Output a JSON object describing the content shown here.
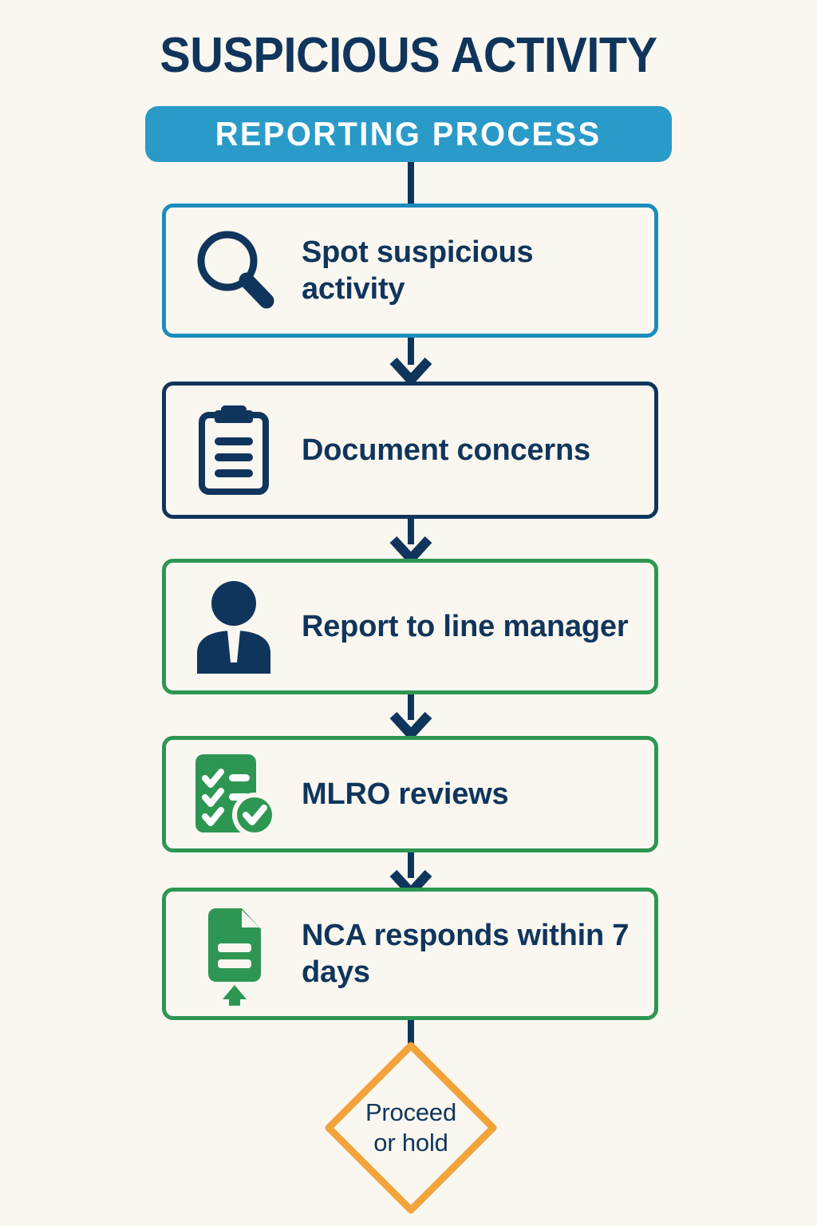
{
  "header": {
    "title": "SUSPICIOUS ACTIVITY",
    "banner_label": "REPORTING PROCESS"
  },
  "colors": {
    "background": "#faf7f0",
    "navy": "#10355c",
    "teal": "#1c8cbe",
    "banner_teal": "#2a9ac8",
    "green": "#2e9653",
    "orange": "#f2a33c",
    "white": "#ffffff"
  },
  "flow": {
    "steps": [
      {
        "label": "Spot suspicious activity",
        "icon": "magnifier-icon",
        "accent": "teal",
        "accent_color": "#1c8cbe"
      },
      {
        "label": "Document concerns",
        "icon": "clipboard-icon",
        "accent": "navy",
        "accent_color": "#10355c"
      },
      {
        "label": "Report to line manager",
        "icon": "manager-person-icon",
        "accent": "green",
        "accent_color": "#2e9653"
      },
      {
        "label": "MLRO reviews",
        "icon": "checklist-approved-icon",
        "accent": "green",
        "accent_color": "#2e9653"
      },
      {
        "label": "NCA responds within 7 days",
        "icon": "document-upload-icon",
        "accent": "green",
        "accent_color": "#2e9653"
      }
    ],
    "decision": {
      "line1": "Proceed",
      "line2": "or hold",
      "shape": "diamond",
      "accent_color": "#f2a33c"
    }
  }
}
